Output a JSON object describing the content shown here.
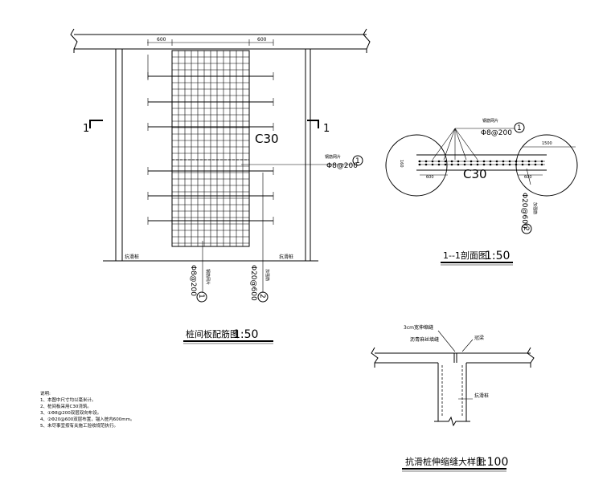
{
  "plan": {
    "dim_left": "600",
    "dim_right": "600",
    "concrete": "C30",
    "rebar_mesh_label": "钢筋网片",
    "rebar_mesh_spec": "Φ8@200",
    "rebar_mesh_no": "1",
    "section_mark_left": "1",
    "section_mark_right": "1",
    "pile_left_label": "抗滑桩",
    "pile_right_label": "抗滑桩",
    "bottom_mesh_label": "钢筋网片",
    "bottom_mesh_spec": "Φ8@200",
    "bottom_mesh_no": "1",
    "bottom_bar_label": "加强筋",
    "bottom_bar_spec": "Φ20@600",
    "bottom_bar_no": "2",
    "title": "桩间板配筋图",
    "scale": "1:50"
  },
  "section": {
    "mesh_label": "钢筋网片",
    "mesh_spec": "Φ8@200",
    "mesh_no": "1",
    "dim_pile": "1500",
    "dim_left": "600",
    "dim_right": "600",
    "dim_thick": "160",
    "concrete": "C30",
    "bar_label": "加强筋",
    "bar_spec": "Φ20@600",
    "bar_no": "2",
    "title": "1--1剖面图",
    "scale": "1:50"
  },
  "joint": {
    "joint_label": "3cm宽伸缩缝",
    "filler_label": "沥青麻丝填缝",
    "beam_label": "冠梁",
    "pile_label": "抗滑桩",
    "title": "抗滑桩伸缩缝大样图",
    "scale": "1:100"
  },
  "notes": {
    "heading": "说明:",
    "items": [
      "1、本图中尺寸均以毫米计。",
      "2、桩间板采用C30浇筑。",
      "3、①Φ8@200双层双向布设。",
      "4、②Φ20@600双层布置，锚入桩内600mm。",
      "5、未尽事宜按有关施工验收规范执行。"
    ]
  }
}
